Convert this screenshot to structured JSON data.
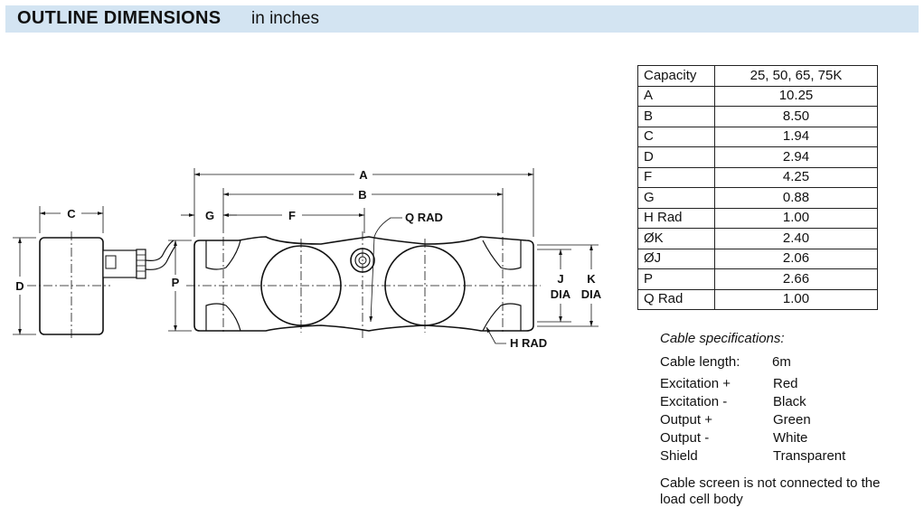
{
  "header": {
    "title": "OUTLINE DIMENSIONS",
    "subtitle": "in inches"
  },
  "labels": {
    "a": "A",
    "b": "B",
    "c": "C",
    "d": "D",
    "f": "F",
    "g": "G",
    "p": "P",
    "q_rad": "Q RAD",
    "h_rad": "H RAD",
    "j": "J",
    "k": "K",
    "dia": "DIA"
  },
  "table": {
    "rows": [
      {
        "key": "Capacity",
        "value": "25, 50, 65, 75K"
      },
      {
        "key": "A",
        "value": "10.25"
      },
      {
        "key": "B",
        "value": "8.50"
      },
      {
        "key": "C",
        "value": "1.94"
      },
      {
        "key": "D",
        "value": "2.94"
      },
      {
        "key": "F",
        "value": "4.25"
      },
      {
        "key": "G",
        "value": "0.88"
      },
      {
        "key": "H Rad",
        "value": "1.00"
      },
      {
        "key": "ØK",
        "value": "2.40"
      },
      {
        "key": "ØJ",
        "value": "2.06"
      },
      {
        "key": "P",
        "value": "2.66"
      },
      {
        "key": "Q Rad",
        "value": "1.00"
      }
    ]
  },
  "cable": {
    "title": "Cable specifications:",
    "length_label": "Cable length:",
    "length_value": "6m",
    "wires": [
      {
        "label": "Excitation +",
        "value": "Red"
      },
      {
        "label": "Excitation -",
        "value": "Black"
      },
      {
        "label": "Output +",
        "value": "Green"
      },
      {
        "label": "Output -",
        "value": "White"
      },
      {
        "label": "Shield",
        "value": "Transparent"
      }
    ],
    "note": "Cable screen is not connected to the load cell body"
  }
}
